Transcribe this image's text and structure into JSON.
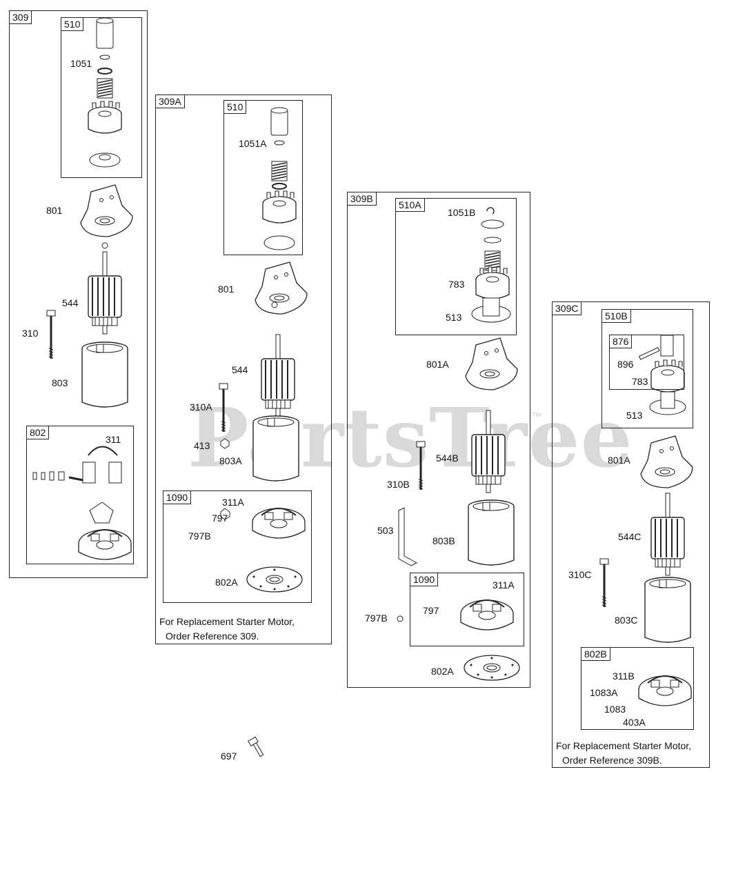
{
  "watermark": {
    "text": "PartsTree",
    "tm": "™"
  },
  "groups": {
    "g309": {
      "tag": "309",
      "sub510": {
        "tag": "510",
        "labels": [
          "1051"
        ]
      },
      "labels": [
        "801",
        "544",
        "310",
        "803"
      ],
      "sub802": {
        "tag": "802",
        "labels": [
          "311"
        ]
      }
    },
    "g309A": {
      "tag": "309A",
      "sub510": {
        "tag": "510",
        "labels": [
          "1051A"
        ]
      },
      "labels": [
        "801",
        "544",
        "310A",
        "413",
        "803A"
      ],
      "sub1090": {
        "tag": "1090",
        "labels": [
          "311A",
          "797",
          "797B",
          "802A"
        ]
      },
      "note": [
        "For Replacement Starter Motor,",
        "Order Reference 309."
      ]
    },
    "g309B": {
      "tag": "309B",
      "sub510A": {
        "tag": "510A",
        "labels": [
          "1051B",
          "783",
          "513"
        ]
      },
      "labels": [
        "801A",
        "544B",
        "310B",
        "503",
        "803B",
        "797B",
        "802A"
      ],
      "sub1090": {
        "tag": "1090",
        "labels": [
          "311A",
          "797"
        ]
      }
    },
    "g309C": {
      "tag": "309C",
      "sub510B": {
        "tag": "510B",
        "labels": [
          "513"
        ],
        "sub876": {
          "tag": "876",
          "labels": [
            "896",
            "783"
          ]
        }
      },
      "labels": [
        "801A",
        "544C",
        "310C",
        "803C"
      ],
      "sub802B": {
        "tag": "802B",
        "labels": [
          "311B",
          "1083A",
          "1083",
          "403A"
        ]
      },
      "note": [
        "For Replacement Starter Motor,",
        "Order Reference 309B."
      ]
    },
    "loose": {
      "labels": [
        "697"
      ]
    }
  }
}
